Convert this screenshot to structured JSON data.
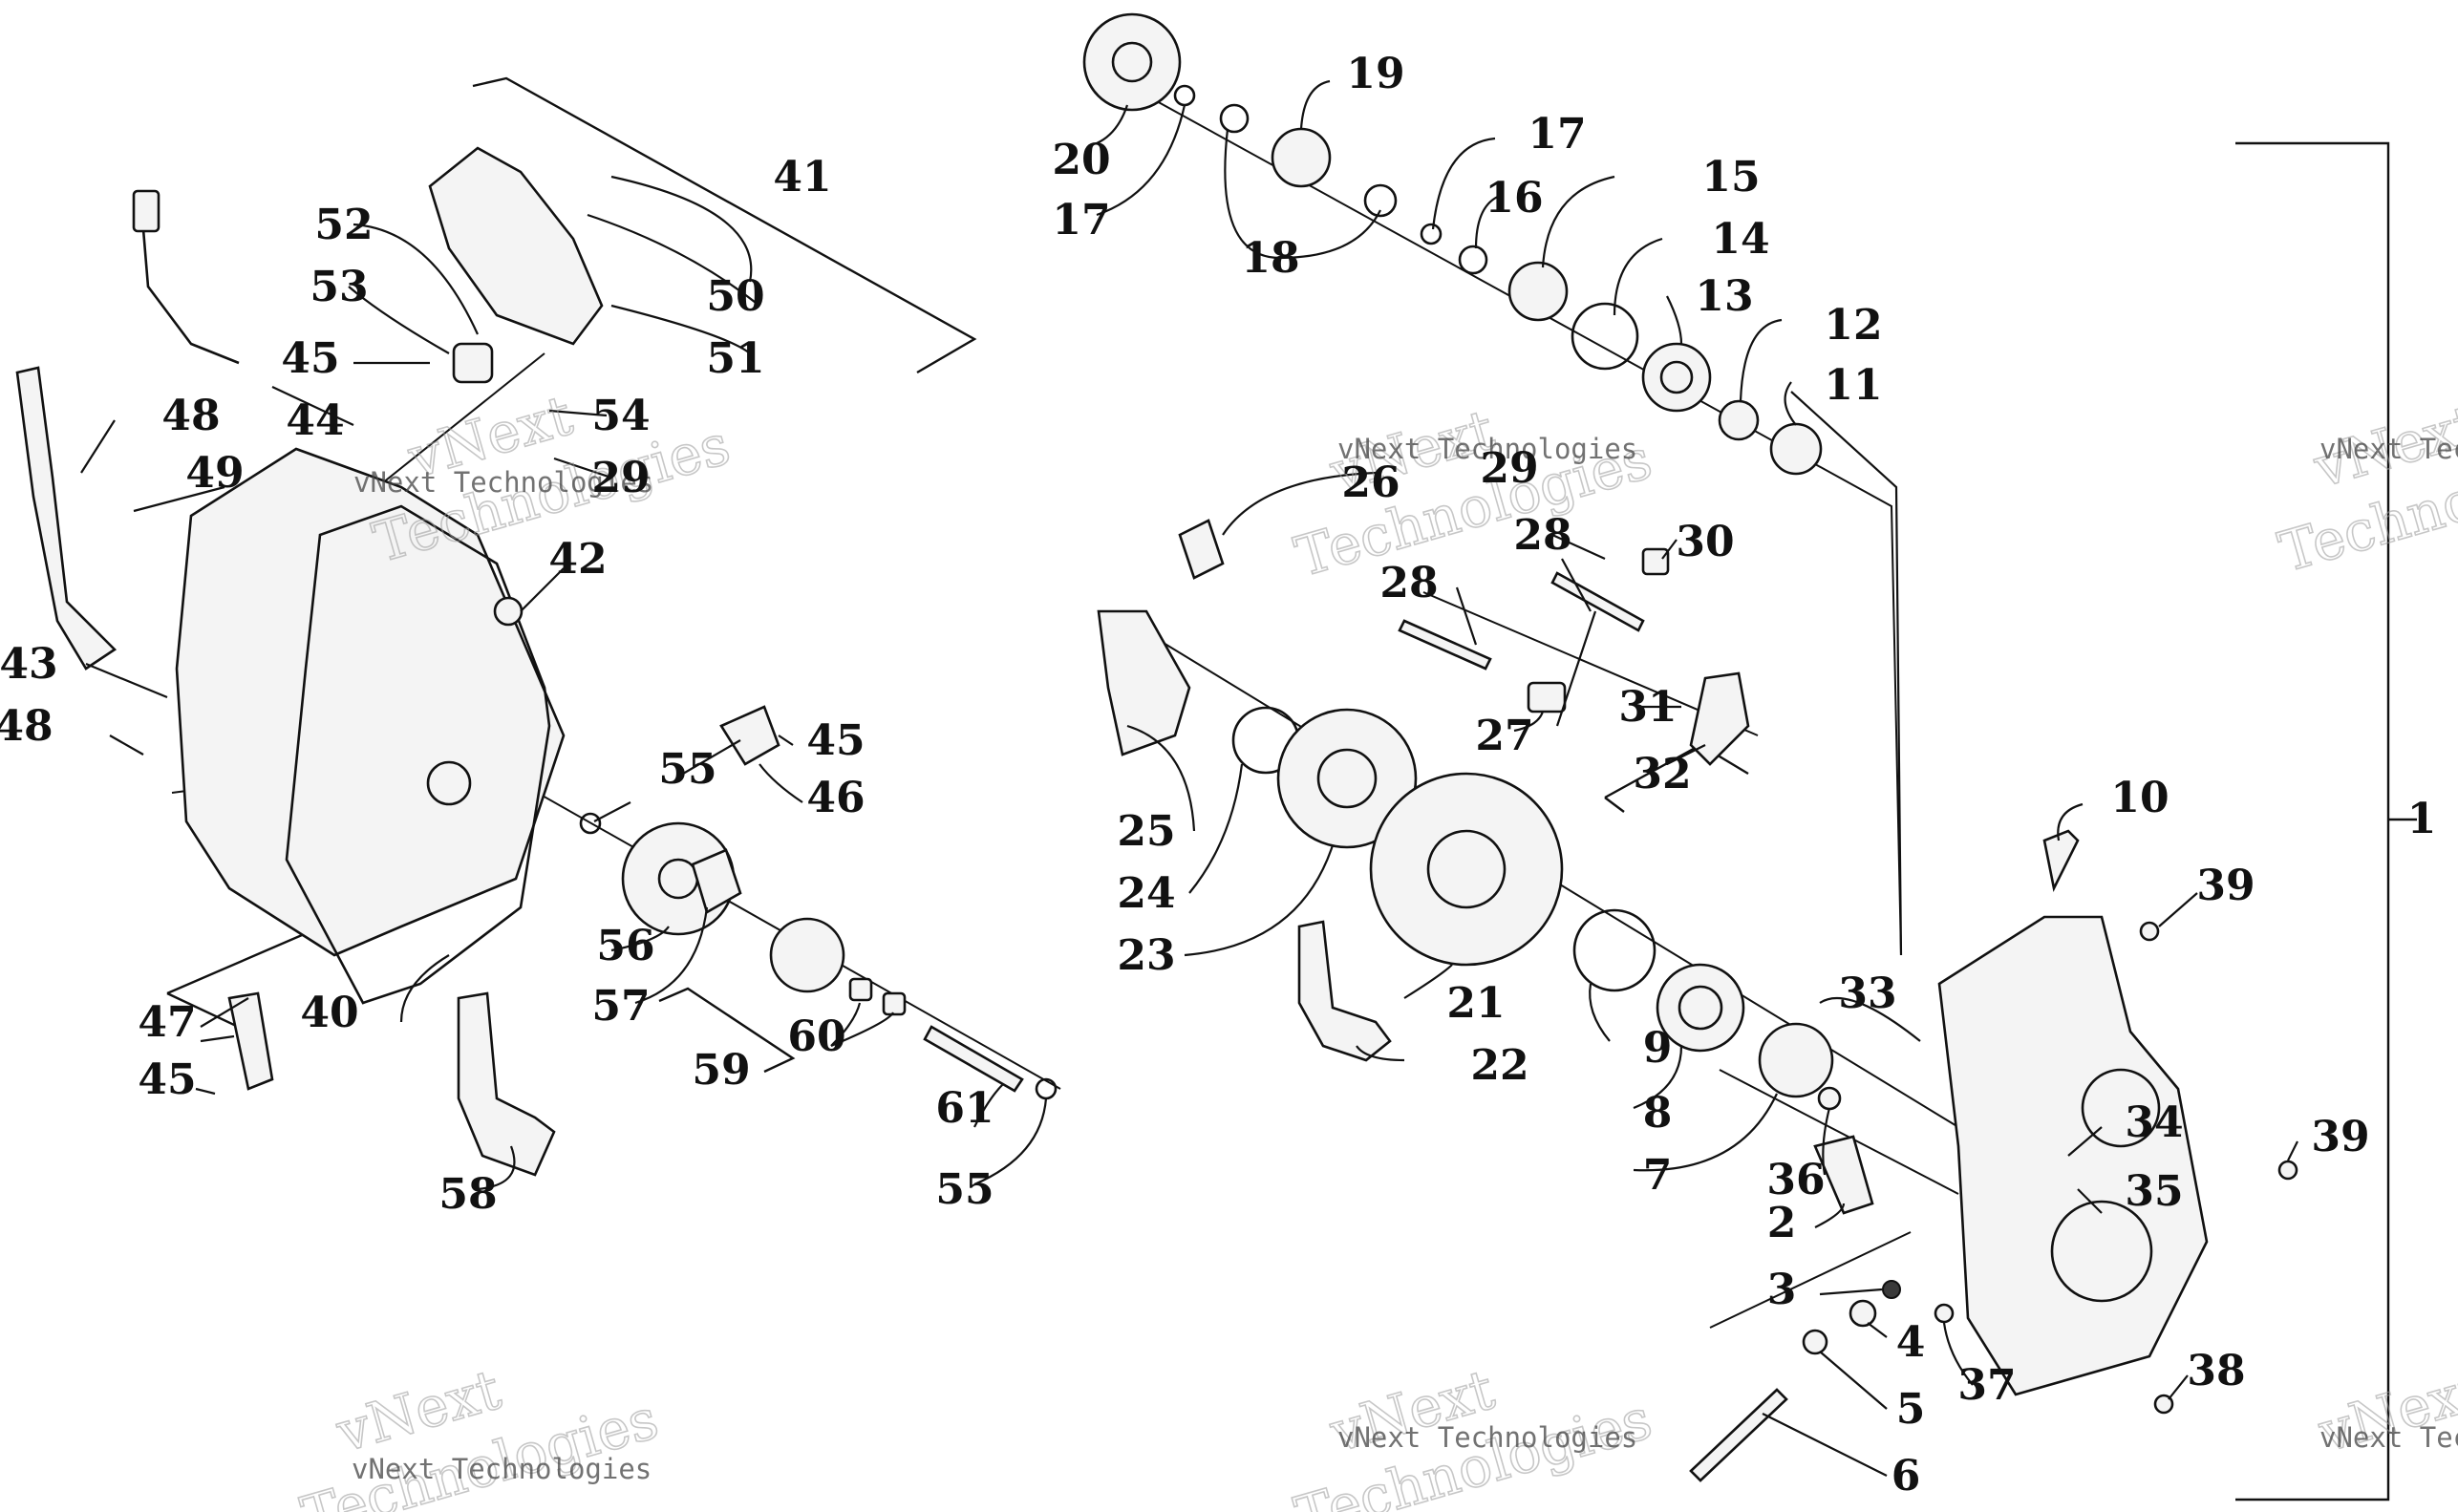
{
  "watermark": {
    "line1": "vNext",
    "line2": "Technologies",
    "caption": "vNext Technologies"
  },
  "callouts": [
    {
      "id": "c1",
      "text": "1"
    },
    {
      "id": "c2",
      "text": "2"
    },
    {
      "id": "c3",
      "text": "3"
    },
    {
      "id": "c4",
      "text": "4"
    },
    {
      "id": "c5",
      "text": "5"
    },
    {
      "id": "c6",
      "text": "6"
    },
    {
      "id": "c7",
      "text": "7"
    },
    {
      "id": "c8",
      "text": "8"
    },
    {
      "id": "c9",
      "text": "9"
    },
    {
      "id": "c10",
      "text": "10"
    },
    {
      "id": "c11",
      "text": "11"
    },
    {
      "id": "c12",
      "text": "12"
    },
    {
      "id": "c13",
      "text": "13"
    },
    {
      "id": "c14",
      "text": "14"
    },
    {
      "id": "c15",
      "text": "15"
    },
    {
      "id": "c16",
      "text": "16"
    },
    {
      "id": "c17a",
      "text": "17"
    },
    {
      "id": "c17b",
      "text": "17"
    },
    {
      "id": "c18",
      "text": "18"
    },
    {
      "id": "c19",
      "text": "19"
    },
    {
      "id": "c20",
      "text": "20"
    },
    {
      "id": "c21",
      "text": "21"
    },
    {
      "id": "c22",
      "text": "22"
    },
    {
      "id": "c23",
      "text": "23"
    },
    {
      "id": "c24",
      "text": "24"
    },
    {
      "id": "c25",
      "text": "25"
    },
    {
      "id": "c26",
      "text": "26"
    },
    {
      "id": "c27",
      "text": "27"
    },
    {
      "id": "c28a",
      "text": "28"
    },
    {
      "id": "c28b",
      "text": "28"
    },
    {
      "id": "c29a",
      "text": "29"
    },
    {
      "id": "c29b",
      "text": "29"
    },
    {
      "id": "c30",
      "text": "30"
    },
    {
      "id": "c31",
      "text": "31"
    },
    {
      "id": "c32",
      "text": "32"
    },
    {
      "id": "c33",
      "text": "33"
    },
    {
      "id": "c34",
      "text": "34"
    },
    {
      "id": "c35",
      "text": "35"
    },
    {
      "id": "c36",
      "text": "36"
    },
    {
      "id": "c37",
      "text": "37"
    },
    {
      "id": "c38",
      "text": "38"
    },
    {
      "id": "c39a",
      "text": "39"
    },
    {
      "id": "c39b",
      "text": "39"
    },
    {
      "id": "c40",
      "text": "40"
    },
    {
      "id": "c41",
      "text": "41"
    },
    {
      "id": "c42",
      "text": "42"
    },
    {
      "id": "c43",
      "text": "43"
    },
    {
      "id": "c44",
      "text": "44"
    },
    {
      "id": "c45a",
      "text": "45"
    },
    {
      "id": "c45b",
      "text": "45"
    },
    {
      "id": "c45c",
      "text": "45"
    },
    {
      "id": "c46",
      "text": "46"
    },
    {
      "id": "c47",
      "text": "47"
    },
    {
      "id": "c48a",
      "text": "48"
    },
    {
      "id": "c48b",
      "text": "48"
    },
    {
      "id": "c49",
      "text": "49"
    },
    {
      "id": "c50",
      "text": "50"
    },
    {
      "id": "c51",
      "text": "51"
    },
    {
      "id": "c52",
      "text": "52"
    },
    {
      "id": "c53",
      "text": "53"
    },
    {
      "id": "c54",
      "text": "54"
    },
    {
      "id": "c55a",
      "text": "55"
    },
    {
      "id": "c55b",
      "text": "55"
    },
    {
      "id": "c56",
      "text": "56"
    },
    {
      "id": "c57",
      "text": "57"
    },
    {
      "id": "c58",
      "text": "58"
    },
    {
      "id": "c59",
      "text": "59"
    },
    {
      "id": "c60",
      "text": "60"
    },
    {
      "id": "c61",
      "text": "61"
    }
  ]
}
